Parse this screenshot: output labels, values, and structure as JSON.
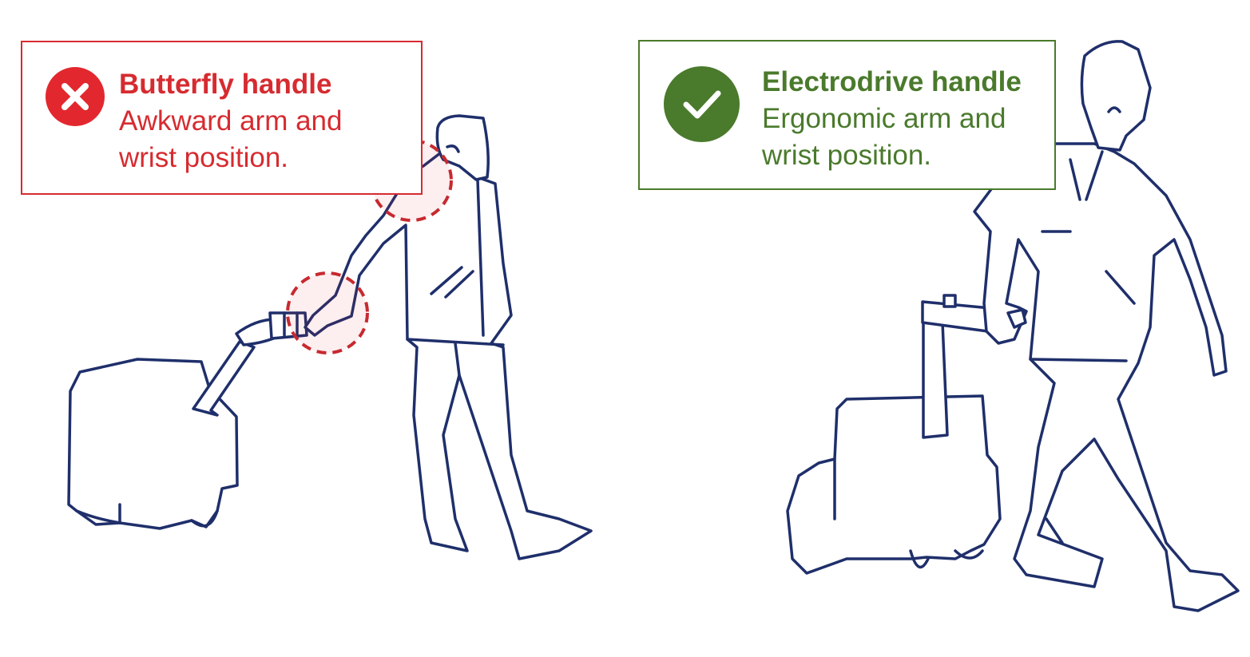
{
  "panels": {
    "bad": {
      "title": "Butterfly handle",
      "description": "Awkward arm and wrist position.",
      "icon": "cross-icon",
      "color": "#d62b30"
    },
    "good": {
      "title": "Electrodrive handle",
      "description": "Ergonomic arm and wrist position.",
      "icon": "check-icon",
      "color": "#4a7a2c"
    }
  },
  "colors": {
    "outline": "#1f2f6b",
    "strain_marker": "#c62a30"
  }
}
